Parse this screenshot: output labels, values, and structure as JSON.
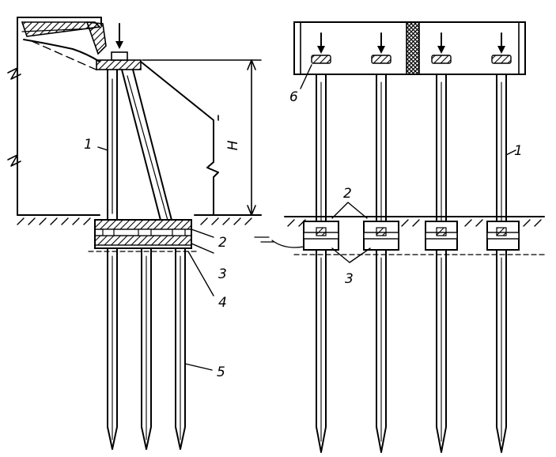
{
  "labels": {
    "pile_1_left": "1",
    "pile_1_right": "1",
    "height_mark": "H",
    "part_2_left": "2",
    "part_3_left": "3",
    "part_4_left": "4",
    "part_5_left": "5",
    "part_2_right": "2",
    "part_3_right": "3",
    "part_6_right": "6"
  },
  "colors": {
    "ink": "#000000",
    "paper": "#ffffff"
  }
}
